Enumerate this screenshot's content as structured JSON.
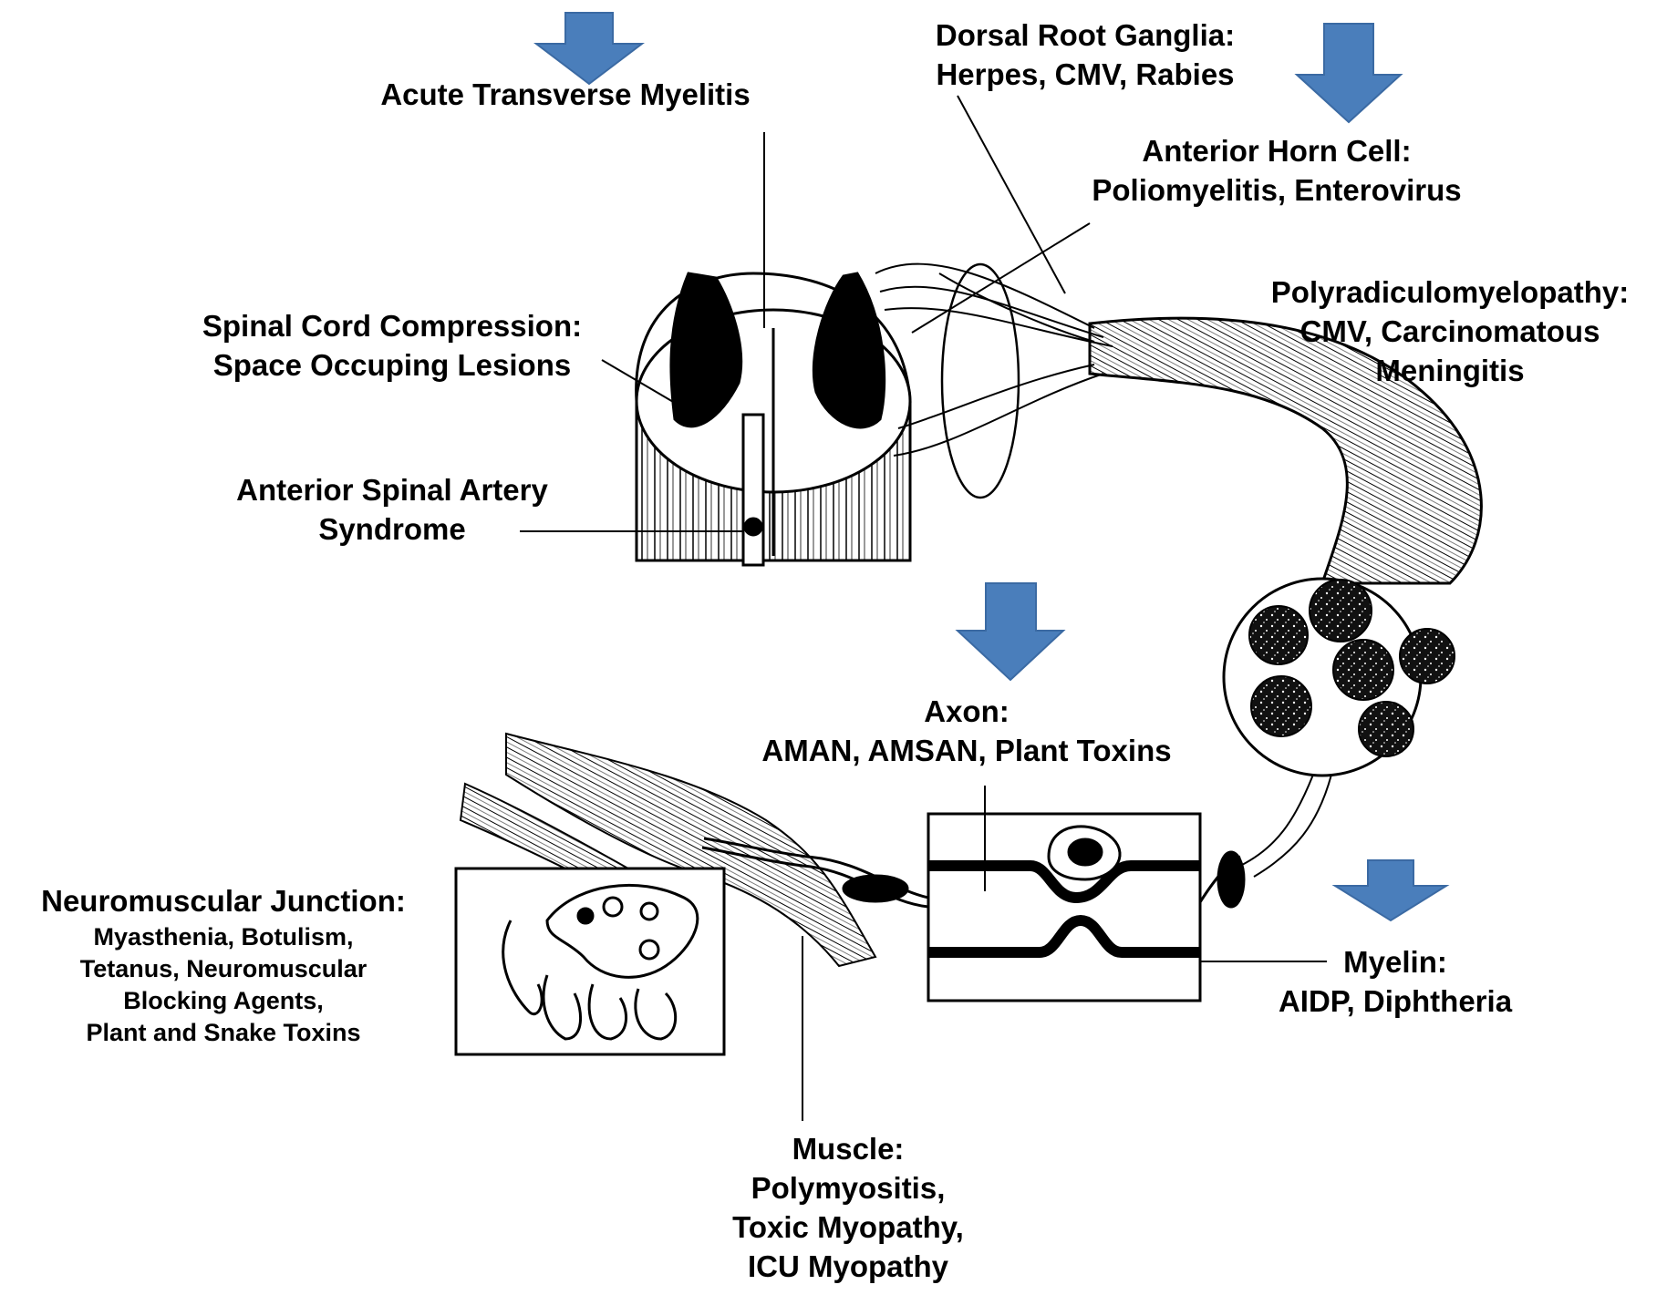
{
  "colors": {
    "arrow": "#4a7ebb",
    "arrow_edge": "#3b6aa3",
    "ink": "#000000",
    "paper": "#ffffff"
  },
  "labels": {
    "atm": {
      "title": "Acute Transverse Myelitis"
    },
    "drg": {
      "title": "Dorsal Root Ganglia:",
      "line2": "Herpes, CMV, Rabies"
    },
    "ahc": {
      "title": "Anterior Horn Cell:",
      "line2": "Poliomyelitis, Enterovirus"
    },
    "poly": {
      "title": "Polyradiculomyelopathy:",
      "line2": "CMV,  Carcinomatous",
      "line3": "Meningitis"
    },
    "scc": {
      "title": "Spinal Cord Compression:",
      "line2": "Space Occuping Lesions"
    },
    "asa": {
      "title": "Anterior Spinal Artery",
      "line2": "Syndrome"
    },
    "axon": {
      "title": "Axon:",
      "line2": "AMAN, AMSAN, Plant Toxins"
    },
    "nmj": {
      "title": "Neuromuscular Junction:",
      "line2": "Myasthenia, Botulism,",
      "line3": "Tetanus, Neuromuscular",
      "line4": "Blocking Agents,",
      "line5": "Plant and Snake Toxins"
    },
    "myelin": {
      "title": "Myelin:",
      "line2": "AIDP, Diphtheria"
    },
    "muscle": {
      "title": "Muscle:",
      "line2": "Polymyositis,",
      "line3": "Toxic Myopathy,",
      "line4": "ICU Myopathy"
    }
  },
  "arrows": [
    "arrow-atm",
    "arrow-anterior-horn",
    "arrow-axon",
    "arrow-myelin"
  ]
}
